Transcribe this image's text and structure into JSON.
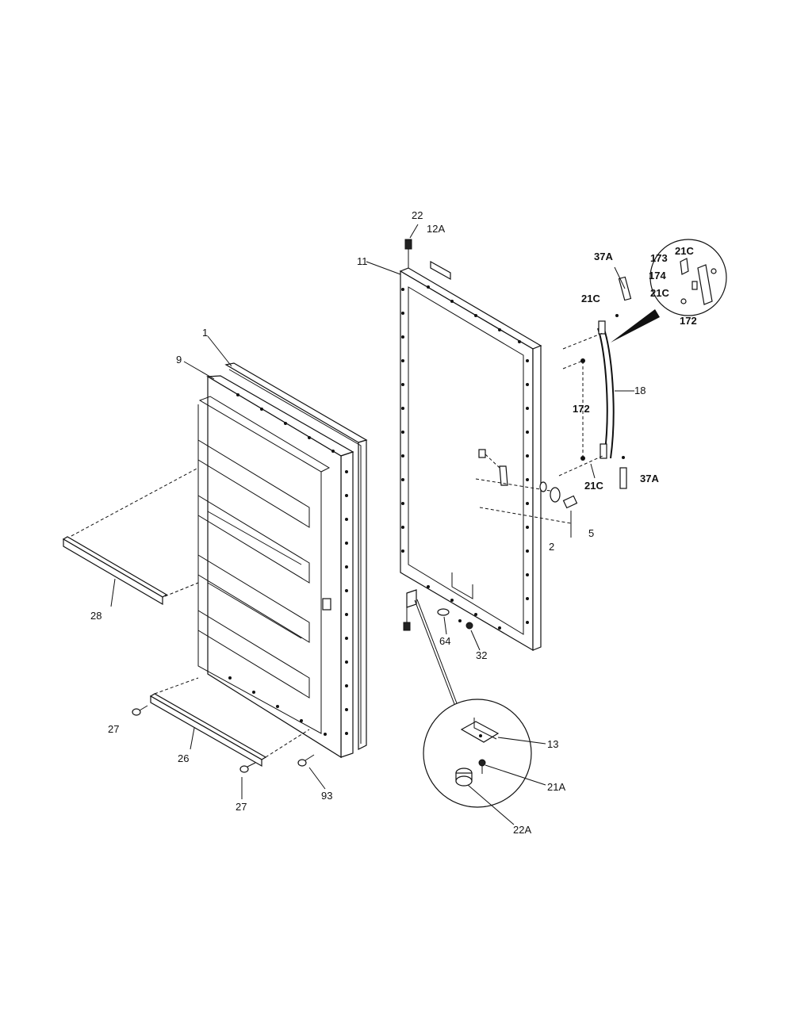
{
  "labels": {
    "l22_top": "22",
    "l12A": "12A",
    "l11": "11",
    "l37A_top": "37A",
    "l173": "173",
    "l21C_a": "21C",
    "l174": "174",
    "l21C_b": "21C",
    "l172_detail": "172",
    "l21C_c": "21C",
    "l1": "1",
    "l9": "9",
    "l18": "18",
    "l172": "172",
    "l21C_d": "21C",
    "l37A_bottom": "37A",
    "l5": "5",
    "l2": "2",
    "l28": "28",
    "l64": "64",
    "l32": "32",
    "l27_left": "27",
    "l26": "26",
    "l93": "93",
    "l27_bottom": "27",
    "l13": "13",
    "l21A": "21A",
    "l22A": "22A"
  }
}
